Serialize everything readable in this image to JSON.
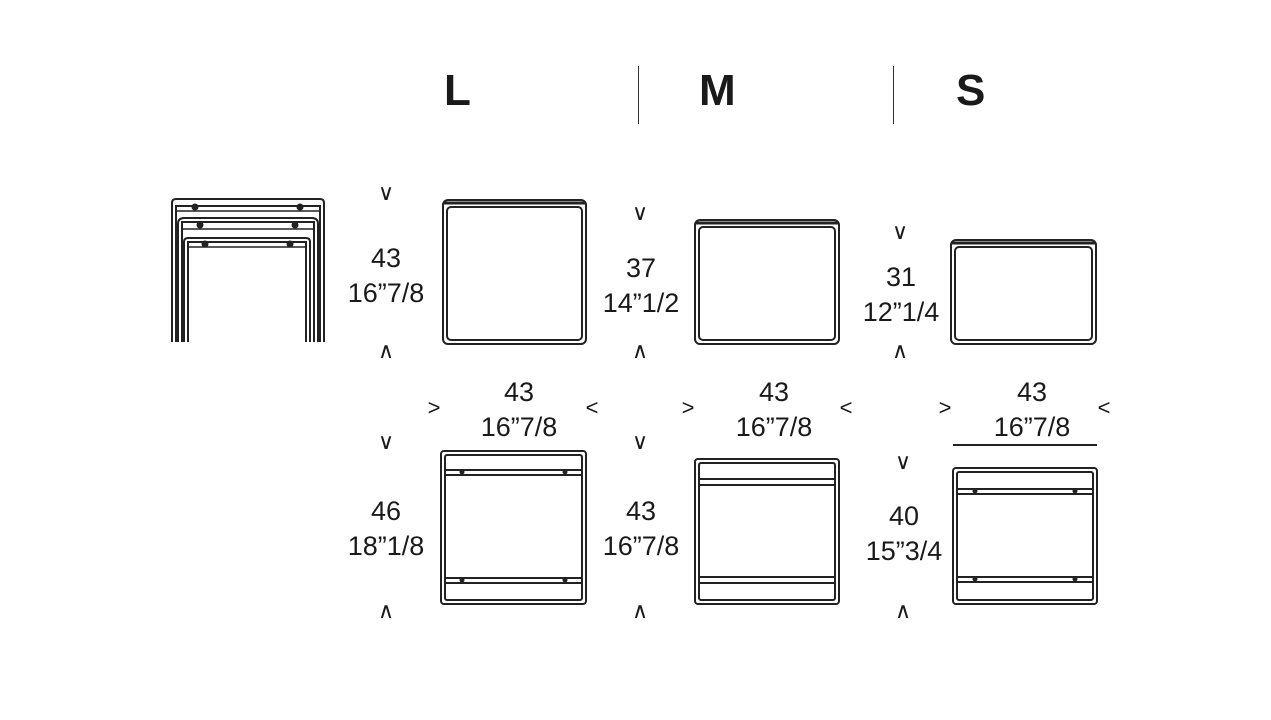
{
  "sizes": {
    "l": "L",
    "m": "M",
    "s": "S"
  },
  "height_dims": {
    "l": {
      "cm": "43",
      "in": "16”7/8"
    },
    "m": {
      "cm": "37",
      "in": "14”1/2"
    },
    "s": {
      "cm": "31",
      "in": "12”1/4"
    }
  },
  "depth_dims": {
    "l": {
      "cm": "46",
      "in": "18”1/8"
    },
    "m": {
      "cm": "43",
      "in": "16”7/8"
    },
    "s": {
      "cm": "40",
      "in": "15”3/4"
    }
  },
  "width_dims": {
    "l": {
      "cm": "43",
      "in": "16”7/8"
    },
    "m": {
      "cm": "43",
      "in": "16”7/8"
    },
    "s": {
      "cm": "43",
      "in": "16”7/8"
    }
  },
  "arrow_glyphs": {
    "down": "∨",
    "up": "∧",
    "right": ">",
    "left": "<"
  }
}
